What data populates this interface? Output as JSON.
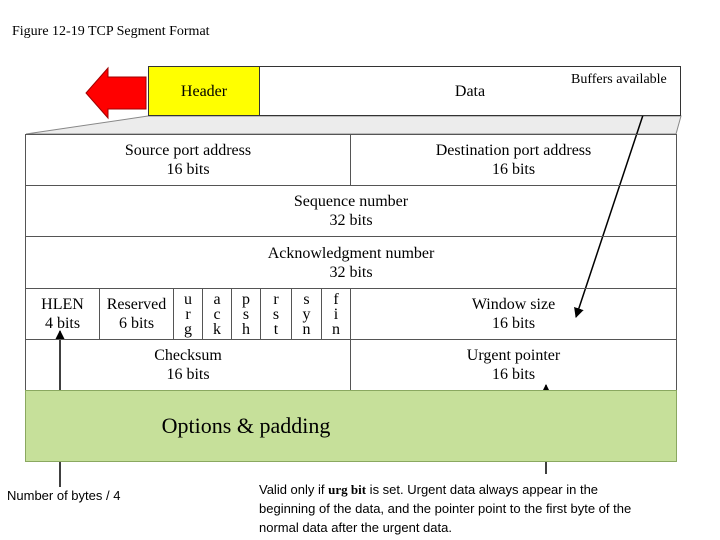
{
  "caption": "Figure 12-19 TCP Segment Format",
  "top_bar": {
    "header": "Header",
    "data": "Data"
  },
  "buffers_label": "Buffers available",
  "rows": {
    "source_port": {
      "name": "Source port address",
      "bits": "16 bits"
    },
    "dest_port": {
      "name": "Destination port address",
      "bits": "16 bits"
    },
    "sequence": {
      "name": "Sequence number",
      "bits": "32 bits"
    },
    "ack": {
      "name": "Acknowledgment number",
      "bits": "32 bits"
    },
    "hlen": {
      "name": "HLEN",
      "bits": "4 bits"
    },
    "reserved": {
      "name": "Reserved",
      "bits": "6 bits"
    },
    "flags": [
      [
        "u",
        "r",
        "g"
      ],
      [
        "a",
        "c",
        "k"
      ],
      [
        "p",
        "s",
        "h"
      ],
      [
        "r",
        "s",
        "t"
      ],
      [
        "s",
        "y",
        "n"
      ],
      [
        "f",
        "i",
        "n"
      ]
    ],
    "window": {
      "name": "Window size",
      "bits": "16 bits"
    },
    "checksum": {
      "name": "Checksum",
      "bits": "16 bits"
    },
    "urgent": {
      "name": "Urgent pointer",
      "bits": "16 bits"
    },
    "options": "Options & padding"
  },
  "notes": {
    "bytes": "Number of bytes / 4",
    "valid_prefix": "Valid only if ",
    "valid_bold": "urg bit",
    "valid_rest_line1": " is set. Urgent data always appear in the",
    "valid_line2": "beginning of the data, and the pointer point to the first byte of the",
    "valid_line3": "normal data after the urgent data."
  },
  "colors": {
    "header_fill": "#ffff00",
    "options_fill": "#c6e09a",
    "arrow_red": "#ff0000",
    "border": "#555555",
    "funnel": "#ececec"
  }
}
